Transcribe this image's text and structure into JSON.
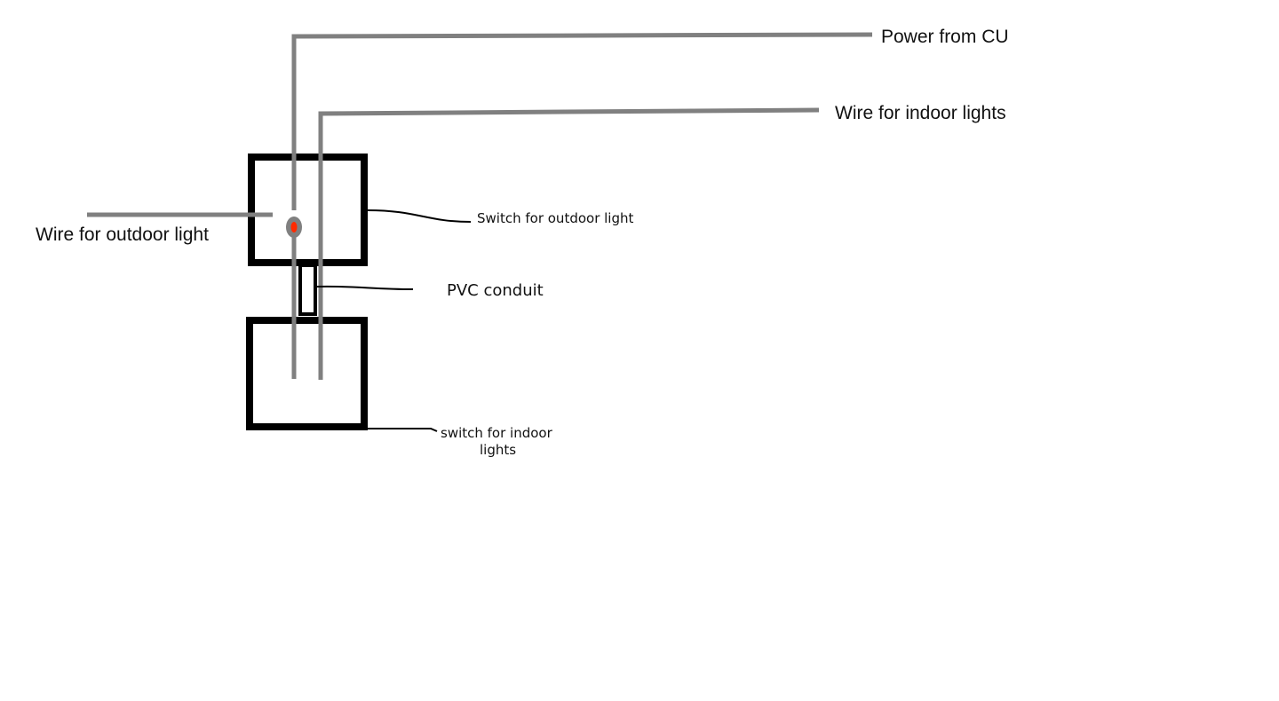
{
  "labels": {
    "power": "Power from CU",
    "indoor_wire": "Wire for indoor lights",
    "outdoor_wire": "Wire for outdoor light",
    "outdoor_switch": "Switch for outdoor light",
    "conduit": "PVC conduit",
    "indoor_switch_line1": "switch for indoor",
    "indoor_switch_line2": "lights"
  },
  "colors": {
    "wire": "#808080",
    "box": "#000000",
    "indicator": "#ff2a00"
  }
}
